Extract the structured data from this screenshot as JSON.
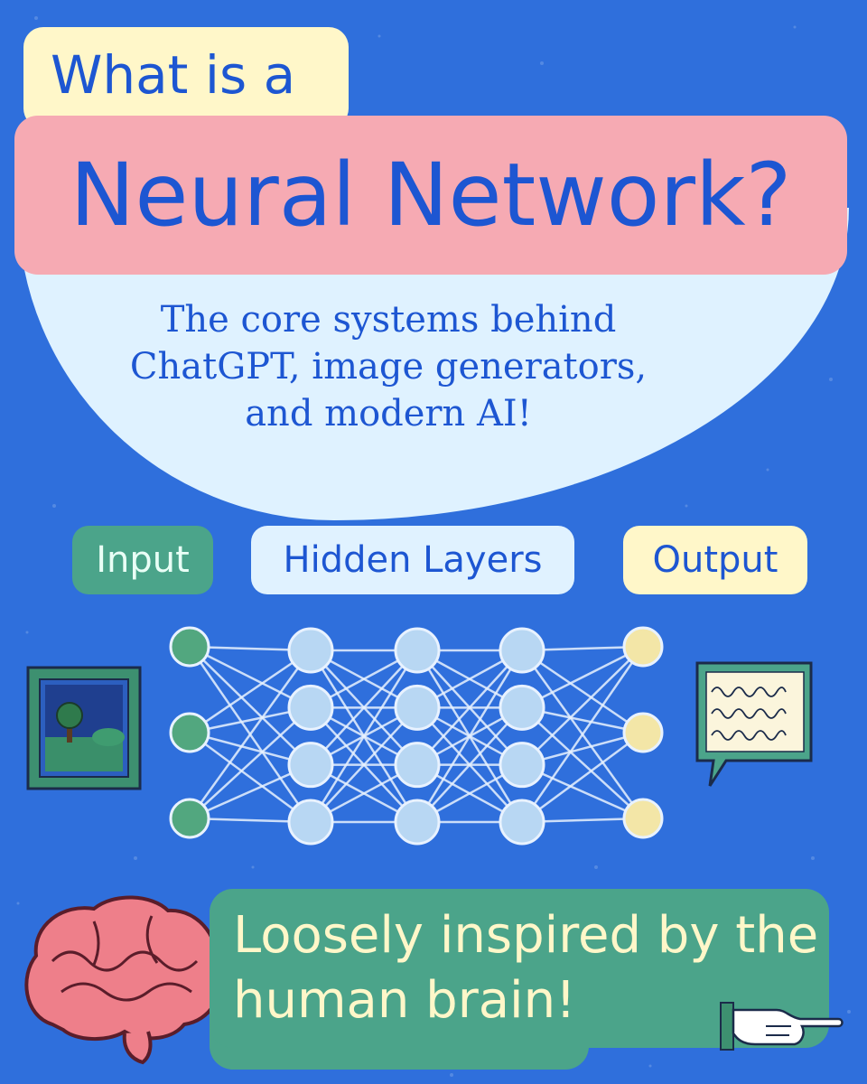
{
  "header": {
    "title_line1": "What is a",
    "title_line2": "Neural Network?"
  },
  "subtitle": {
    "line1": "The core systems behind",
    "line2": "ChatGPT, image generators,",
    "line3": "and modern AI!"
  },
  "labels": {
    "input": "Input",
    "hidden": "Hidden Layers",
    "output": "Output"
  },
  "footer": {
    "line1": "Loosely inspired by the",
    "line2": "human brain!"
  },
  "network": {
    "layers": [
      3,
      4,
      4,
      4,
      3
    ],
    "colors": {
      "input": "#52a77f",
      "hidden": "#b8d7f3",
      "output": "#f3e6a7",
      "edge": "#e8f2ff"
    }
  },
  "colors": {
    "background": "#2f6fdc",
    "accent_text": "#1d56d2",
    "pink": "#f6aab3",
    "cream": "#fff7c9",
    "green": "#4ba48a",
    "light_blue": "#dff2ff"
  },
  "icons": {
    "input_picture": "framed-landscape-picture-icon",
    "output_text": "speech-bubble-handwriting-icon",
    "brain": "brain-icon",
    "hand": "pointing-hand-icon"
  }
}
